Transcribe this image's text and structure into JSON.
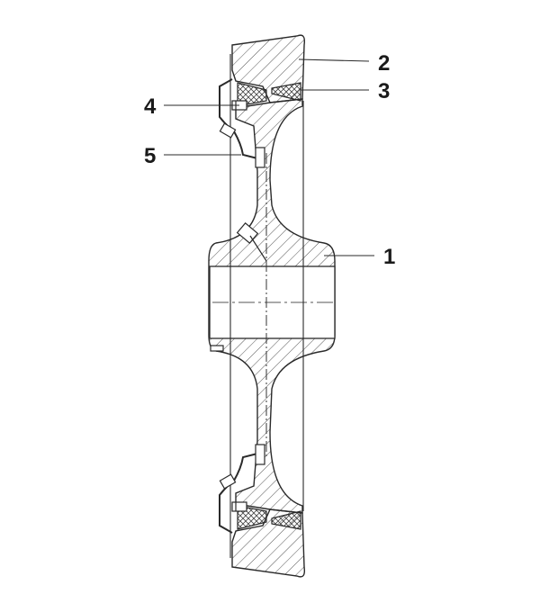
{
  "figure": {
    "callouts": [
      {
        "id": "callout-2",
        "label": "2"
      },
      {
        "id": "callout-3",
        "label": "3"
      },
      {
        "id": "callout-4",
        "label": "4"
      },
      {
        "id": "callout-5",
        "label": "5"
      },
      {
        "id": "callout-1",
        "label": "1"
      }
    ],
    "colors": {
      "line": "#2a2a2a",
      "hatch": "#555555",
      "background": "#ffffff"
    }
  }
}
